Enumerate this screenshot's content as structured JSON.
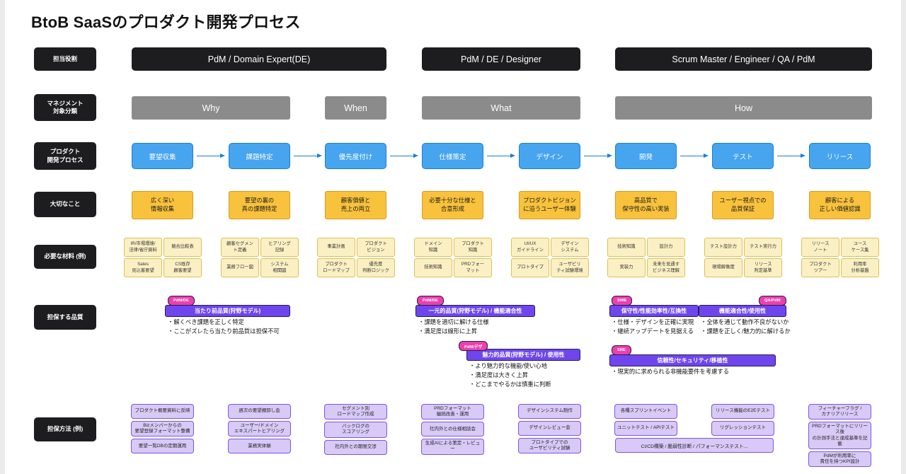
{
  "title": "BtoB SaaSのプロダクト開発プロセス",
  "colors": {
    "label_black": "#1d1d1f",
    "management_gray": "#8b8b8b",
    "process_blue": "#47a4ef",
    "process_border_blue": "#1a7fd6",
    "important_yellow": "#f9c23c",
    "material_yellow": "#fbf0c4",
    "quality_purple": "#6f46ee",
    "tag_pink": "#ee3fae",
    "method_purple": "#d8c9f6"
  },
  "side_labels": [
    {
      "lines": [
        "担当役割"
      ]
    },
    {
      "lines": [
        "マネジメント",
        "対象分類"
      ]
    },
    {
      "lines": [
        "プロダクト",
        "開発プロセス"
      ]
    },
    {
      "lines": [
        "大切なこと"
      ]
    },
    {
      "lines": [
        "必要な材料 (例)"
      ]
    },
    {
      "lines": [
        "担保する品質"
      ]
    },
    {
      "lines": [
        "担保方法 (例)"
      ]
    }
  ],
  "roles": [
    "PdM / Domain Expert(DE)",
    "PdM / DE / Designer",
    "Scrum Master / Engineer / QA / PdM"
  ],
  "management": [
    "Why",
    "When",
    "What",
    "How"
  ],
  "phases": [
    {
      "name": "要望収集",
      "important": "広く深い\n情報収集",
      "materials": [
        "IR/市場環境/\n法律/省庁資料",
        "競合比較表",
        "Sales\n見込客要望",
        "CS既存\n顧客要望"
      ],
      "methods": [
        "プロダクト概要資料に反映",
        "Bizメンバーからの\n要望登録フォーマット整備",
        "要望一覧DBの定期運用"
      ]
    },
    {
      "name": "課題特定",
      "important": "要望の裏の\n真の課題特定",
      "materials": [
        "顧客セグメン\nト定義",
        "ヒアリング\n記録",
        "業務フロー図",
        "システム\n相関図"
      ],
      "methods": [
        "週次の要望棚卸し会",
        "ユーザー/ドメイン\nエキスパートヒアリング",
        "業務実体験"
      ]
    },
    {
      "name": "優先度付け",
      "important": "顧客価値と\n売上の両立",
      "materials": [
        "事業計画",
        "プロダクト\nビジョン",
        "プロダクト\nロードマップ",
        "優先度\n判断ロジック"
      ],
      "methods": [
        "セグメント別\nロードマップ作成",
        "バックログの\nスコアリング",
        "社内外との期限交渉"
      ]
    },
    {
      "name": "仕様策定",
      "important": "必要十分な仕様と\n合意形成",
      "materials": [
        "ドメイン\n知識",
        "プロダクト\n知識",
        "技術知識",
        "PRDフォー\nマット"
      ],
      "methods": [
        "PRDフォーマット\n継続改善・運用",
        "社内外との仕様相談会",
        "生成AIによる策定・レビュー"
      ]
    },
    {
      "name": "デザイン",
      "important": "プロダクトビジョン\nに沿うユーザー体験",
      "materials": [
        "UI/UX\nガイドライン",
        "デザイン\nシステム",
        "プロトタイプ",
        "ユーザビリ\nティ試験環境"
      ],
      "methods": [
        "デザインシステム制作",
        "デザインレビュー会",
        "プロトタイプでの\nユーザビリティ試験"
      ]
    },
    {
      "name": "開発",
      "important": "高品質で\n保守性の高い実装",
      "materials": [
        "技術知識",
        "設計力",
        "実装力",
        "未来を見通す\nビジネス理解"
      ],
      "methods": [
        "各種スプリントイベント",
        "ユニットテスト / APIテスト"
      ]
    },
    {
      "name": "テスト",
      "important": "ユーザー視点での\n品質保証",
      "materials": [
        "テスト設計力",
        "テスト実行力",
        "現場解像度",
        "リリース\n判定基準"
      ],
      "methods": [
        "リリース機能のE2Eテスト",
        "リグレッションテスト"
      ]
    },
    {
      "name": "リリース",
      "important": "顧客による\n正しい価値認識",
      "materials": [
        "リリース\nノート",
        "ユース\nケース集",
        "プロダクト\nツアー",
        "利用率\n分析基盤"
      ],
      "methods": [
        "フィーチャーフラグ /\nカナリアリリース",
        "PRDフォーマットにリリース後\nの計測手法と達成基準を記載",
        "PdMが利用率に\n責任を持つKPI設計"
      ]
    }
  ],
  "methods_wide": "CI/CD構築 / 脆弱性診断 / パフォーマンステスト...",
  "quality": [
    {
      "tag": "PdM/DE",
      "title": "当たり前品質(狩野モデル)",
      "bullets": [
        "解くべき課題を正しく特定",
        "ここがズレたら当たり前品質は担保不可"
      ]
    },
    {
      "tag": "PdM/DE",
      "title": "一元的品質(狩野モデル) / 機能適合性",
      "bullets": [
        "課題を適切に解ける仕様",
        "満足度は線形に上昇"
      ]
    },
    {
      "tag": "PdM/デザ",
      "title": "魅力的品質(狩野モデル) / 使用性",
      "bullets": [
        "より魅力的な機能/使い心地",
        "満足度は大きく上昇",
        "どこまでやるかは慎重に判断"
      ]
    },
    {
      "tag": "SWE",
      "title": "保守性/性能効率性/互換性",
      "bullets": [
        "仕様・デザインを正確に実現",
        "継続アップデートを見据える"
      ]
    },
    {
      "tag": "QA/PdM",
      "title": "機能適合性/使用性",
      "bullets": [
        "全体を通じて動作不良がないか",
        "課題を正しく/魅力的に解けるか"
      ]
    },
    {
      "tag": "SRE",
      "title": "信頼性/セキュリティ/移植性",
      "bullets": [
        "現実的に求められる非機能要件を考慮する"
      ]
    }
  ]
}
